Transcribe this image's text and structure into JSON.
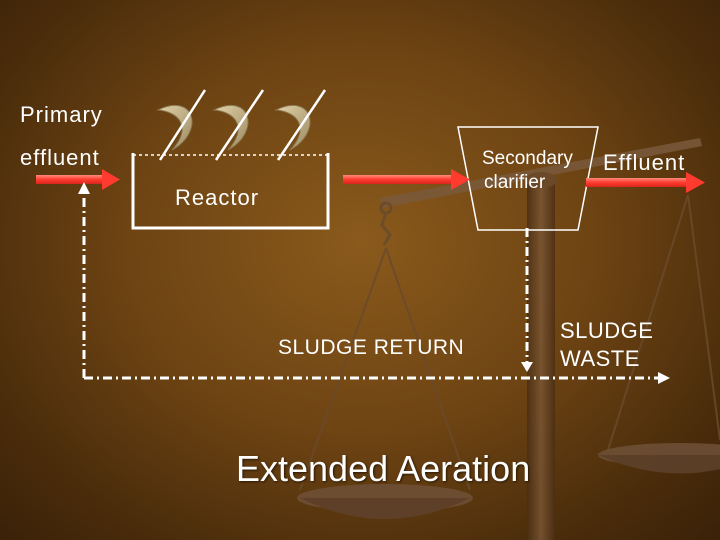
{
  "labels": {
    "primary": "Primary",
    "effluent_in": "effluent",
    "reactor": "Reactor",
    "secondary": "Secondary",
    "clarifier": "clarifier",
    "effluent_out": "Effluent",
    "sludge_return": "SLUDGE RETURN",
    "sludge_waste_line1": "SLUDGE",
    "sludge_waste_line2": "WASTE",
    "title": "Extended Aeration"
  },
  "colors": {
    "arrow": "#ff4a3d",
    "line": "#ffffff",
    "background": "#6e4413",
    "scale": "#8c6a4a",
    "aerator": "#c8b48a"
  }
}
